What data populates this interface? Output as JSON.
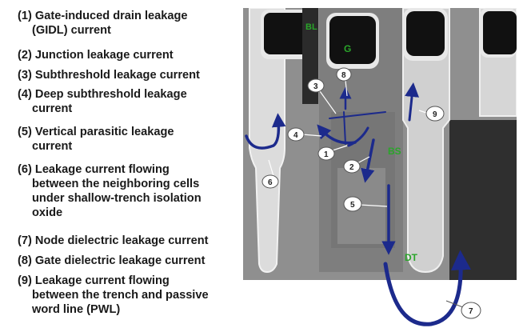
{
  "legend": {
    "items": [
      {
        "num": "(1)",
        "lines": [
          "Gate-induced drain leakage",
          "(GIDL) current"
        ]
      },
      {
        "num": "(2)",
        "lines": [
          "Junction leakage current"
        ]
      },
      {
        "num": "(3)",
        "lines": [
          "Subthreshold leakage current"
        ]
      },
      {
        "num": "(4)",
        "lines": [
          "Deep subthreshold leakage",
          "current"
        ]
      },
      {
        "num": "(5)",
        "lines": [
          "Vertical parasitic leakage",
          "current"
        ]
      },
      {
        "num": "(6)",
        "lines": [
          "Leakage current flowing",
          "between the neighboring cells",
          "under shallow-trench isolation",
          "oxide"
        ]
      },
      {
        "num": "(7)",
        "lines": [
          "Node dielectric leakage current"
        ]
      },
      {
        "num": "(8)",
        "lines": [
          "Gate dielectric leakage current"
        ]
      },
      {
        "num": "(9)",
        "lines": [
          "Leakage current flowing",
          "between the trench and passive",
          "word line (PWL)"
        ]
      }
    ]
  },
  "figure": {
    "region_labels": {
      "bl": "BL",
      "g": "G",
      "bs": "BS",
      "dt": "DT"
    },
    "callouts": [
      "1",
      "2",
      "3",
      "4",
      "5",
      "6",
      "7",
      "8",
      "9"
    ],
    "colors": {
      "arrow": "#1c2a8c",
      "label_green": "#2aa52a",
      "background": "#8c8c8c",
      "light_column": "#d9d9d9",
      "dark_column": "#3a3a3a",
      "gate_black": "#111111"
    }
  }
}
